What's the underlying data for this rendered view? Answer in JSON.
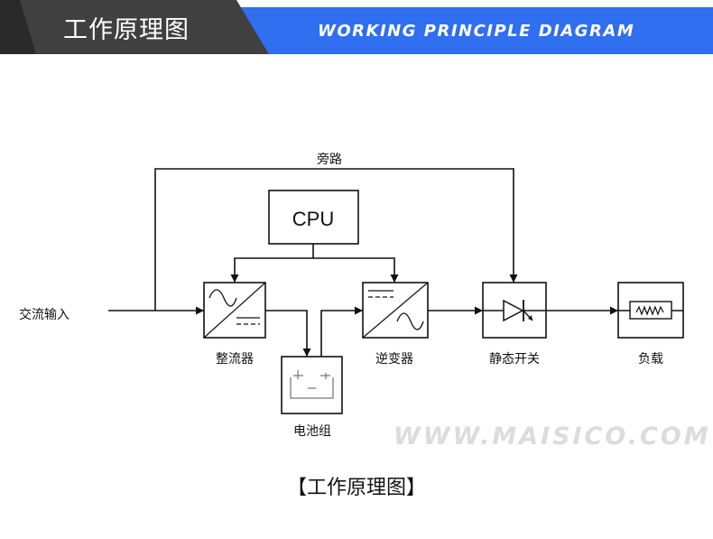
{
  "banner": {
    "title_cn": "工作原理图",
    "title_en": "WORKING PRINCIPLE DIAGRAM",
    "colors": {
      "blue": "#2f6ff0",
      "gray": "#404040"
    }
  },
  "diagram": {
    "input_label": "交流输入",
    "bypass_label": "旁路",
    "cpu_label": "CPU",
    "rectifier_label": "整流器",
    "inverter_label": "逆变器",
    "battery_label": "电池组",
    "static_switch_label": "静态开关",
    "load_label": "负载"
  },
  "watermark": "WWW.MAISICO.COM",
  "caption": "【工作原理图】"
}
